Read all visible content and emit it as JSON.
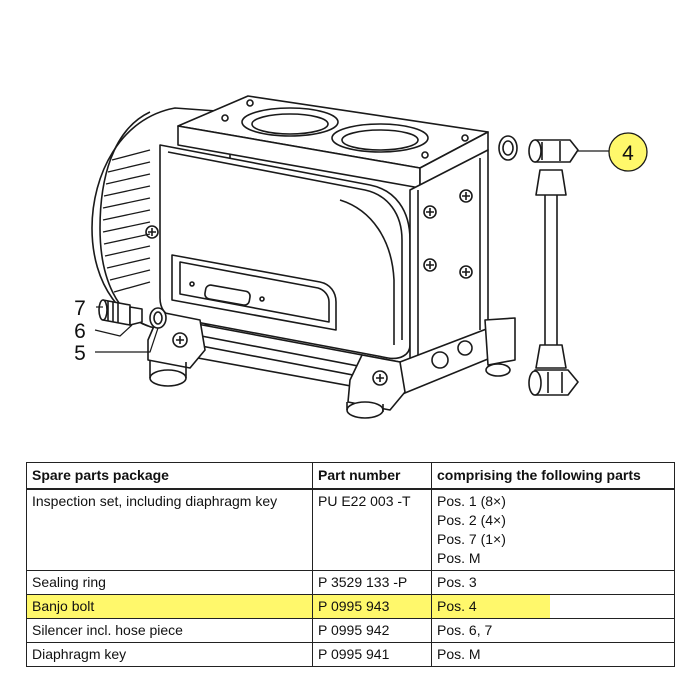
{
  "callouts": {
    "c4": "4",
    "c5": "5",
    "c6": "6",
    "c7": "7"
  },
  "colors": {
    "highlight": "#fff86b",
    "line": "#222222"
  },
  "table": {
    "headers": [
      "Spare parts package",
      "Part number",
      "comprising the following parts"
    ],
    "rows": [
      {
        "package": "Inspection set, including diaphragm key",
        "part_number": "PU E22 003 -T",
        "parts": [
          "Pos. 1 (8×)",
          "Pos. 2 (4×)",
          "Pos. 7 (1×)",
          "Pos. M"
        ]
      },
      {
        "package": "Sealing ring",
        "part_number": "P 3529 133 -P",
        "parts": [
          "Pos. 3"
        ]
      },
      {
        "package": "Banjo bolt",
        "part_number": "P 0995 943",
        "parts": [
          "Pos. 4"
        ],
        "highlighted": true
      },
      {
        "package": "Silencer incl. hose piece",
        "part_number": "P 0995 942",
        "parts": [
          "Pos. 6, 7"
        ]
      },
      {
        "package": "Diaphragm key",
        "part_number": "P 0995 941",
        "parts": [
          "Pos. M"
        ]
      }
    ]
  }
}
